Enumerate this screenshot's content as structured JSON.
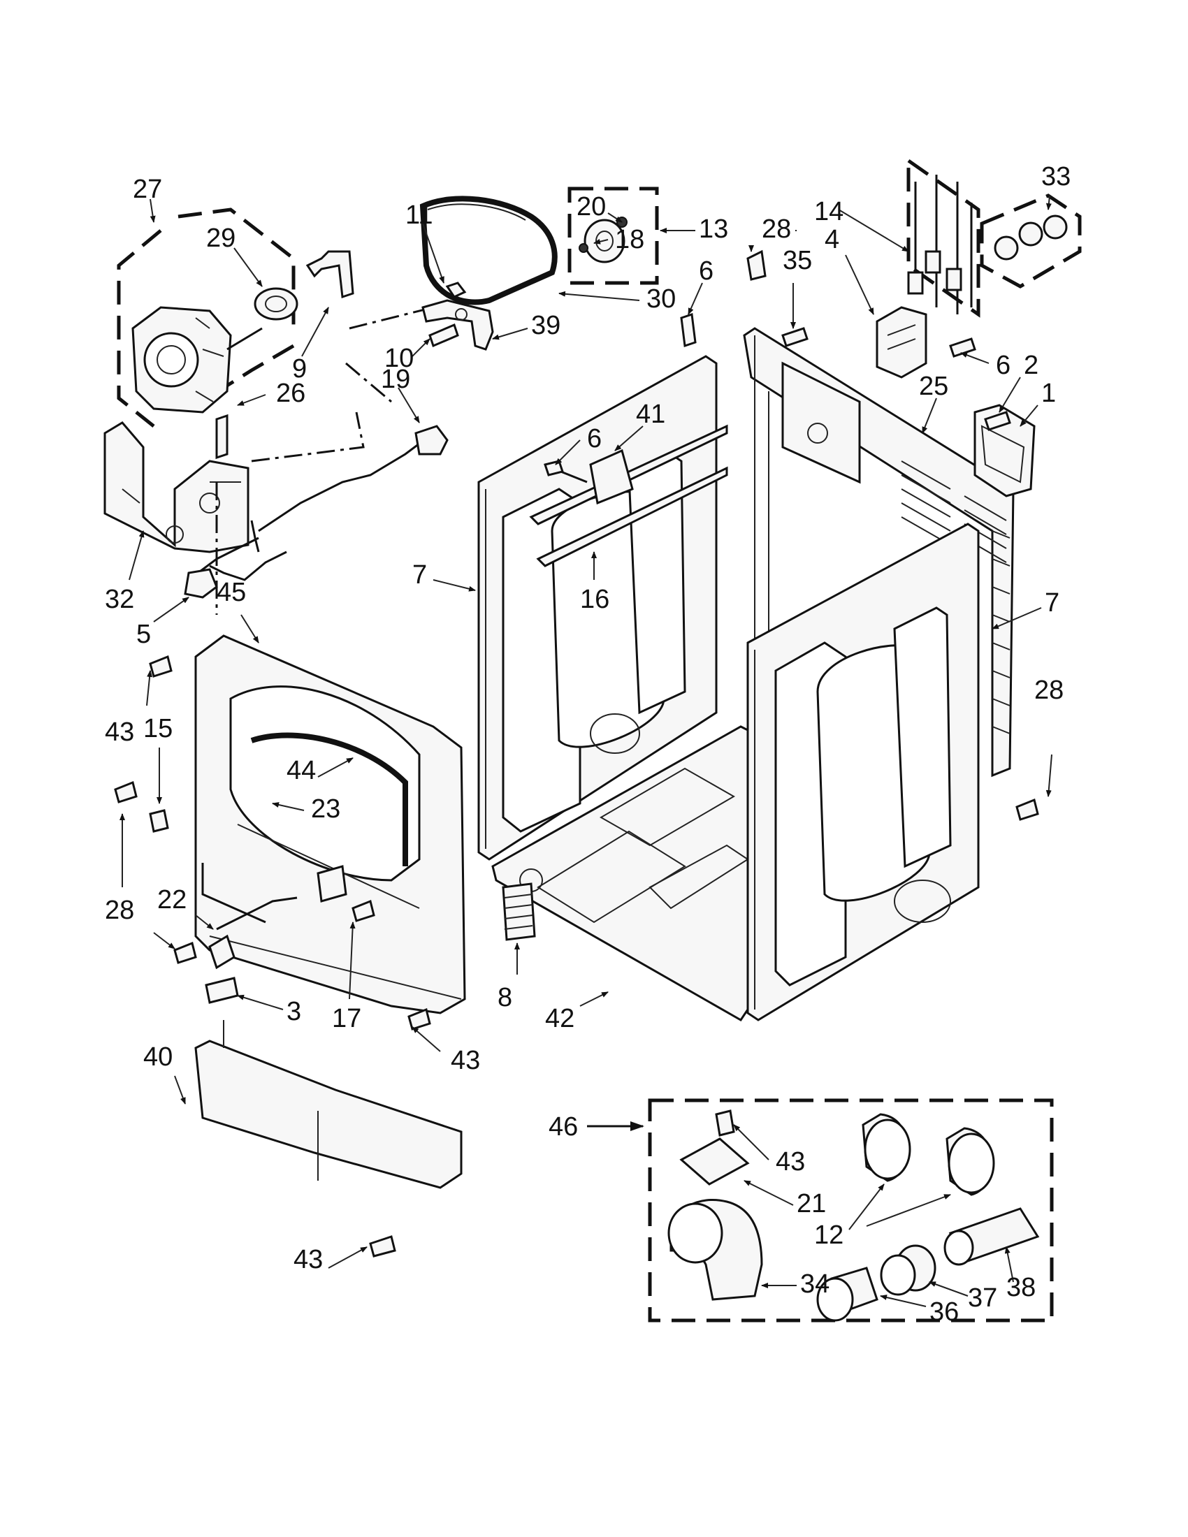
{
  "labels": [
    {
      "id": "27",
      "text": "27"
    },
    {
      "id": "29",
      "text": "29"
    },
    {
      "id": "9",
      "text": "9"
    },
    {
      "id": "26",
      "text": "26"
    },
    {
      "id": "19",
      "text": "19"
    },
    {
      "id": "32",
      "text": "32"
    },
    {
      "id": "5",
      "text": "5"
    },
    {
      "id": "45",
      "text": "45"
    },
    {
      "id": "11",
      "text": "11"
    },
    {
      "id": "10",
      "text": "10"
    },
    {
      "id": "39",
      "text": "39"
    },
    {
      "id": "30",
      "text": "30"
    },
    {
      "id": "20",
      "text": "20"
    },
    {
      "id": "18",
      "text": "18"
    },
    {
      "id": "13",
      "text": "13"
    },
    {
      "id": "6a",
      "text": "6"
    },
    {
      "id": "28a",
      "text": "28"
    },
    {
      "id": "35",
      "text": "35"
    },
    {
      "id": "4",
      "text": "4"
    },
    {
      "id": "14",
      "text": "14"
    },
    {
      "id": "33",
      "text": "33"
    },
    {
      "id": "6b",
      "text": "6"
    },
    {
      "id": "25",
      "text": "25"
    },
    {
      "id": "2",
      "text": "2"
    },
    {
      "id": "1",
      "text": "1"
    },
    {
      "id": "6c",
      "text": "6"
    },
    {
      "id": "41",
      "text": "41"
    },
    {
      "id": "16",
      "text": "16"
    },
    {
      "id": "7a",
      "text": "7"
    },
    {
      "id": "7b",
      "text": "7"
    },
    {
      "id": "28b",
      "text": "28"
    },
    {
      "id": "43a",
      "text": "43"
    },
    {
      "id": "15",
      "text": "15"
    },
    {
      "id": "44",
      "text": "44"
    },
    {
      "id": "23",
      "text": "23"
    },
    {
      "id": "28c",
      "text": "28"
    },
    {
      "id": "22",
      "text": "22"
    },
    {
      "id": "17",
      "text": "17"
    },
    {
      "id": "3",
      "text": "3"
    },
    {
      "id": "8",
      "text": "8"
    },
    {
      "id": "42",
      "text": "42"
    },
    {
      "id": "43b",
      "text": "43"
    },
    {
      "id": "40",
      "text": "40"
    },
    {
      "id": "43c",
      "text": "43"
    },
    {
      "id": "46",
      "text": "46"
    },
    {
      "id": "43d",
      "text": "43"
    },
    {
      "id": "21",
      "text": "21"
    },
    {
      "id": "12",
      "text": "12"
    },
    {
      "id": "34",
      "text": "34"
    },
    {
      "id": "36",
      "text": "36"
    },
    {
      "id": "37",
      "text": "37"
    },
    {
      "id": "38",
      "text": "38"
    }
  ]
}
